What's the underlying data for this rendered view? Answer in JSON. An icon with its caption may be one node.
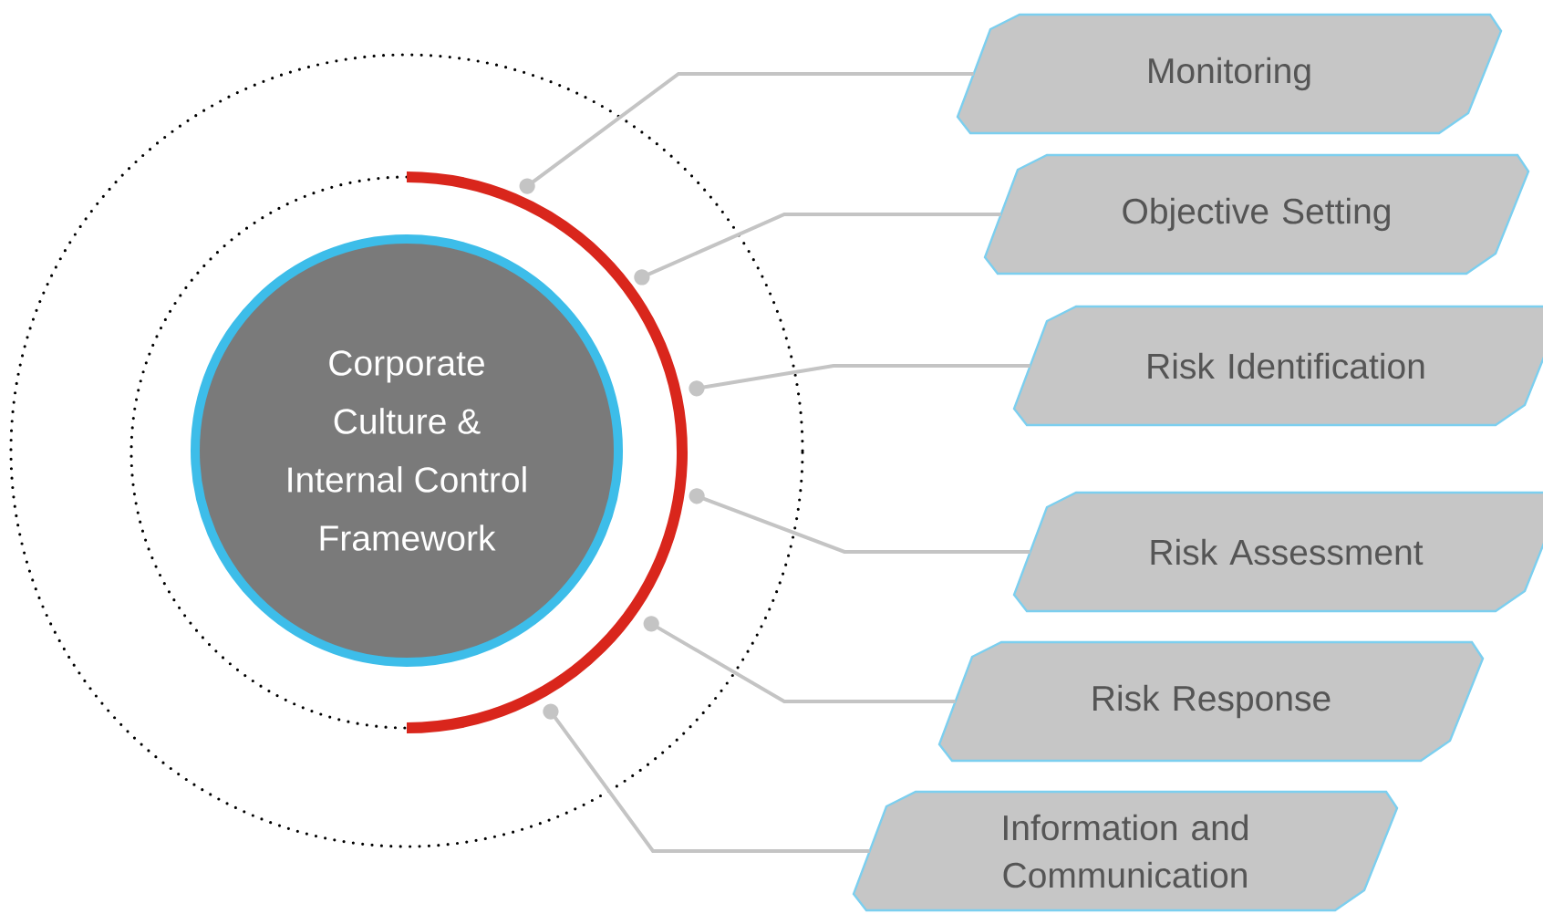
{
  "diagram": {
    "nodes": [
      {
        "text": [
          "Corporate Culture & Internal Control Framework"
        ]
      },
      {
        "text": [
          "Monitoring"
        ]
      },
      {
        "text": [
          "Objective Setting"
        ]
      },
      {
        "text": [
          "Risk Identification"
        ]
      },
      {
        "text": [
          "Risk Assessment"
        ]
      },
      {
        "text": [
          "Risk Response"
        ]
      },
      {
        "text": [
          "Information and Communication"
        ]
      }
    ],
    "edges": [
      {
        "from": 1,
        "to": 0,
        "arrow": "other"
      },
      {
        "from": 2,
        "to": 0,
        "arrow": "other"
      },
      {
        "from": 3,
        "to": 0,
        "arrow": "other"
      },
      {
        "from": 4,
        "to": 0,
        "arrow": "other"
      },
      {
        "from": 5,
        "to": 0,
        "arrow": "other"
      },
      {
        "from": 6,
        "to": 0,
        "arrow": "other"
      }
    ]
  }
}
